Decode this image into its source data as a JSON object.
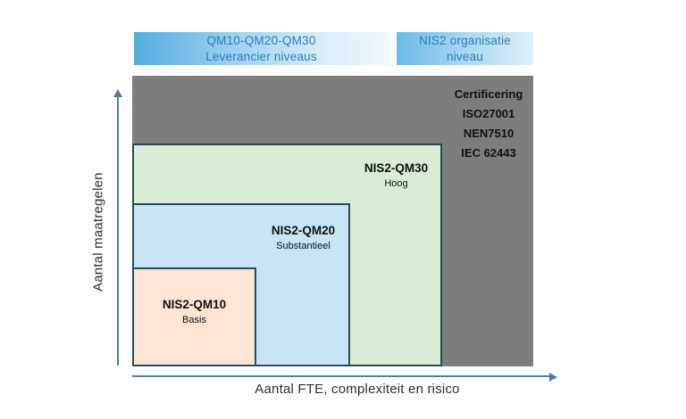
{
  "banners": {
    "supplier": {
      "line1": "QM10-QM20-QM30",
      "line2": "Leverancier niveaus"
    },
    "organisation": {
      "line1": "NIS2 organisatie",
      "line2": "niveau"
    }
  },
  "certification": {
    "lines": [
      "Certificering",
      "ISO27001",
      "NEN7510",
      "IEC 62443"
    ]
  },
  "levels": [
    {
      "title": "NIS2-QM30",
      "subtitle": "Hoog",
      "fill": "#d9edd4"
    },
    {
      "title": "NIS2-QM20",
      "subtitle": "Substantieel",
      "fill": "#c7e5f4"
    },
    {
      "title": "NIS2-QM10",
      "subtitle": "Basis",
      "fill": "#fbe4d4"
    }
  ],
  "axes": {
    "y_label": "Aantal maatregelen",
    "x_label": "Aantal FTE, complexiteit en risico"
  },
  "colors": {
    "grey_box": "#7d7d7d",
    "box_border": "#2e4a57",
    "axis": "#4e7f9e",
    "banner_text": "#2d7cc1",
    "banner_gradient_start": "#54ace2",
    "banner_gradient_end": "#eef7fd"
  }
}
